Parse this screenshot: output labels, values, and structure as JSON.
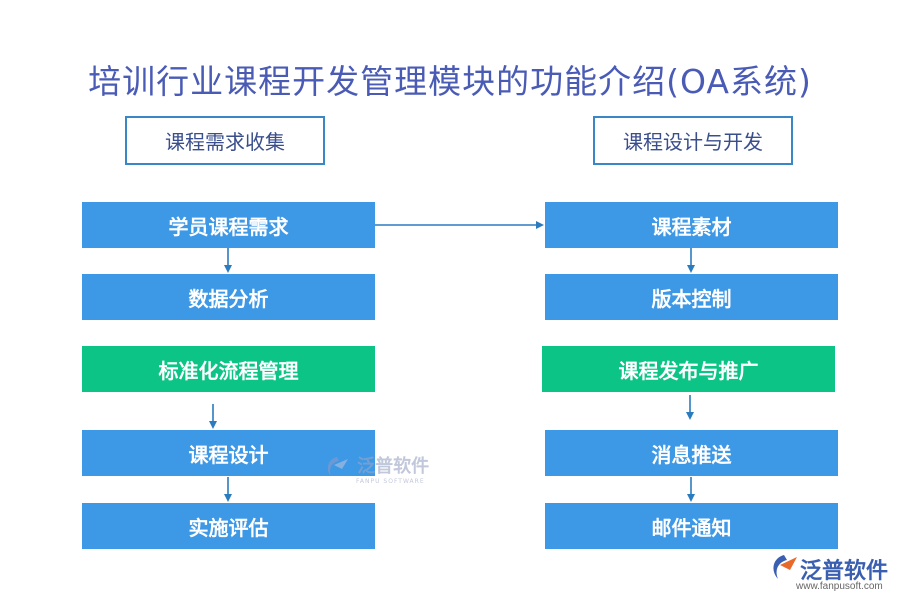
{
  "title": "培训行业课程开发管理模块的功能介绍(OA系统)",
  "left_column": {
    "header": "课程需求收集",
    "nodes": [
      "学员课程需求",
      "数据分析",
      "标准化流程管理",
      "课程设计",
      "实施评估"
    ]
  },
  "right_column": {
    "header": "课程设计与开发",
    "nodes": [
      "课程素材",
      "版本控制",
      "课程发布与推广",
      "消息推送",
      "邮件通知"
    ]
  },
  "colors": {
    "node_blue": "#3d98e6",
    "node_green": "#0dc487",
    "arrow": "#2b7bbf",
    "title": "#4a5bb5"
  },
  "watermark": {
    "text": "泛普软件",
    "sub": "FANPU SOFTWARE"
  },
  "logo": {
    "text": "泛普软件",
    "url": "www.fanpusoft.com",
    "icon": "fanpu-logo-icon"
  }
}
